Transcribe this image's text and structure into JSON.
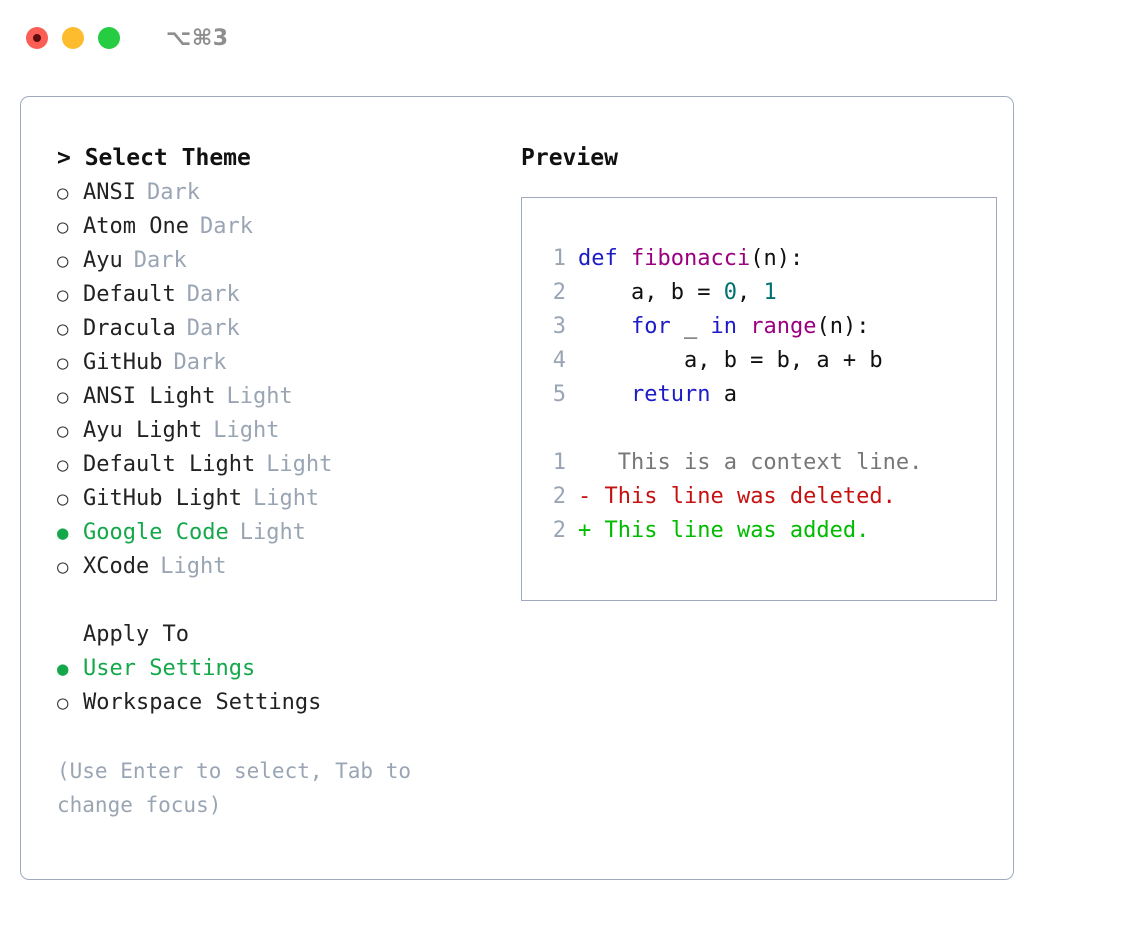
{
  "titlebar": {
    "shortcut": "⌥⌘3",
    "lights": [
      "close-red",
      "minimize-yellow",
      "maximize-green"
    ]
  },
  "left": {
    "heading": "> Select Theme",
    "themes": [
      {
        "marker": "○",
        "name": "ANSI",
        "kind": "Dark",
        "selected": false
      },
      {
        "marker": "○",
        "name": "Atom One",
        "kind": "Dark",
        "selected": false
      },
      {
        "marker": "○",
        "name": "Ayu",
        "kind": "Dark",
        "selected": false
      },
      {
        "marker": "○",
        "name": "Default",
        "kind": "Dark",
        "selected": false
      },
      {
        "marker": "○",
        "name": "Dracula",
        "kind": "Dark",
        "selected": false
      },
      {
        "marker": "○",
        "name": "GitHub",
        "kind": "Dark",
        "selected": false
      },
      {
        "marker": "○",
        "name": "ANSI Light",
        "kind": "Light",
        "selected": false
      },
      {
        "marker": "○",
        "name": "Ayu Light",
        "kind": "Light",
        "selected": false
      },
      {
        "marker": "○",
        "name": "Default Light",
        "kind": "Light",
        "selected": false
      },
      {
        "marker": "○",
        "name": "GitHub Light",
        "kind": "Light",
        "selected": false
      },
      {
        "marker": "●",
        "name": "Google Code",
        "kind": "Light",
        "selected": true
      },
      {
        "marker": "○",
        "name": "XCode",
        "kind": "Light",
        "selected": false
      }
    ],
    "apply_to": {
      "heading": "Apply To",
      "options": [
        {
          "marker": "●",
          "name": "User Settings",
          "selected": true
        },
        {
          "marker": "○",
          "name": "Workspace Settings",
          "selected": false
        }
      ]
    },
    "hint": "(Use Enter to select, Tab to change focus)"
  },
  "right": {
    "preview_title": "Preview",
    "code_lines": [
      {
        "num": "1",
        "tokens": [
          {
            "t": "def",
            "c": "kw"
          },
          {
            "t": " ",
            "c": "def"
          },
          {
            "t": "fibonacci",
            "c": "fn"
          },
          {
            "t": "(n):",
            "c": "def"
          }
        ]
      },
      {
        "num": "2",
        "tokens": [
          {
            "t": "    a, b = ",
            "c": "def"
          },
          {
            "t": "0",
            "c": "num"
          },
          {
            "t": ", ",
            "c": "def"
          },
          {
            "t": "1",
            "c": "num"
          }
        ]
      },
      {
        "num": "3",
        "tokens": [
          {
            "t": "    ",
            "c": "def"
          },
          {
            "t": "for",
            "c": "kw"
          },
          {
            "t": " _ ",
            "c": "def"
          },
          {
            "t": "in",
            "c": "kw"
          },
          {
            "t": " ",
            "c": "def"
          },
          {
            "t": "range",
            "c": "fn"
          },
          {
            "t": "(n):",
            "c": "def"
          }
        ]
      },
      {
        "num": "4",
        "tokens": [
          {
            "t": "        a, b = b, a + b",
            "c": "def"
          }
        ]
      },
      {
        "num": "5",
        "tokens": [
          {
            "t": "    ",
            "c": "def"
          },
          {
            "t": "return",
            "c": "kw"
          },
          {
            "t": " a",
            "c": "def"
          }
        ]
      }
    ],
    "diff_lines": [
      {
        "num": "1",
        "sign": " ",
        "text": "  This is a context line.",
        "c": "ctx"
      },
      {
        "num": "2",
        "sign": "-",
        "text": " This line was deleted.",
        "c": "del"
      },
      {
        "num": "2",
        "sign": "+",
        "text": " This line was added.",
        "c": "add"
      }
    ]
  },
  "colors": {
    "accent_green": "#14a84a",
    "muted": "#9aa5b4",
    "border": "#9fabbd",
    "keyword": "#1c1cc6",
    "function": "#9b0080",
    "number": "#00716e",
    "deleted": "#c51111",
    "added": "#00bb00"
  }
}
